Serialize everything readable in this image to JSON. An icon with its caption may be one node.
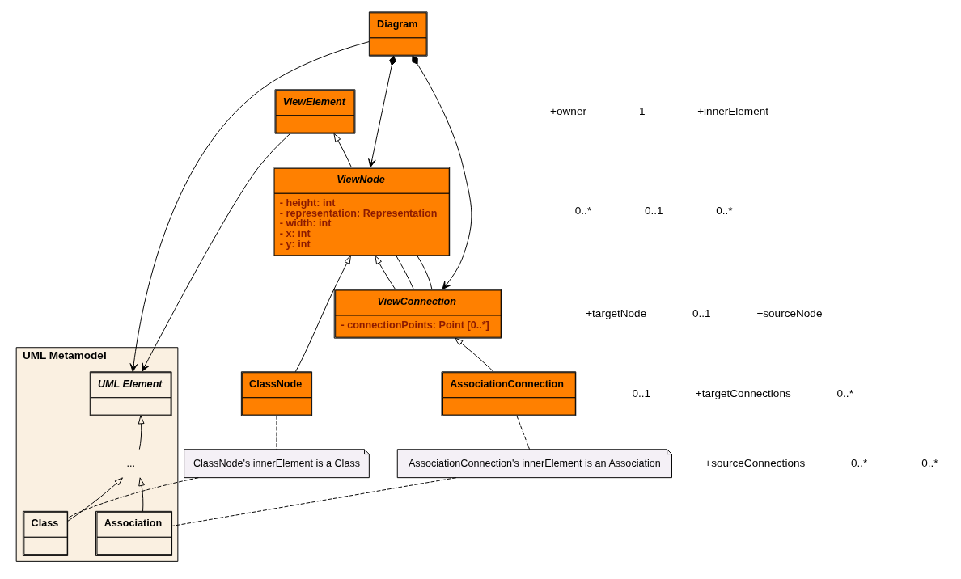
{
  "diagram": {
    "nodes": [
      {
        "text": [
          "Diagram"
        ]
      },
      {
        "text": [
          "ViewElement"
        ]
      },
      {
        "text": [
          "ViewNode",
          "- height: int",
          "- representation: Representation",
          "- width: int",
          "- x: int",
          "- y: int"
        ]
      },
      {
        "text": [
          "ClassNode"
        ]
      },
      {
        "text": [
          "ViewConnection",
          "- connectionPoints: Point [0..*]"
        ]
      },
      {
        "text": [
          "AssociationConnection"
        ]
      },
      {
        "text": [
          "UML Metamodel"
        ]
      },
      {
        "text": [
          "UML Element"
        ],
        "in": 6
      },
      {
        "text": [
          "..."
        ],
        "in": 6
      },
      {
        "text": [
          "Class"
        ],
        "in": 6
      },
      {
        "text": [
          "Association"
        ],
        "in": 6
      },
      {
        "text": [
          "ClassNode's innerElement is a Class"
        ]
      },
      {
        "text": [
          "AssociationConnection's innerElement is an Association"
        ]
      }
    ],
    "edges": [
      {
        "from": 0,
        "to": 2,
        "arrow": "to"
      },
      {
        "from": 0,
        "to": 4,
        "arrow": "to"
      },
      {
        "from": 0,
        "to": 7,
        "arrow": "to"
      },
      {
        "from": 1,
        "to": 7,
        "arrow": "to"
      },
      {
        "from": 2,
        "to": 1,
        "arrow": "to"
      },
      {
        "from": 3,
        "to": 2,
        "arrow": "to"
      },
      {
        "from": 4,
        "to": 2,
        "arrow": "to"
      },
      {
        "from": 2,
        "to": 4,
        "arrow": "none"
      },
      {
        "from": 2,
        "to": 4,
        "arrow": "none"
      },
      {
        "from": 5,
        "to": 4,
        "arrow": "to"
      },
      {
        "from": 9,
        "to": 8,
        "arrow": "to"
      },
      {
        "from": 10,
        "to": 8,
        "arrow": "to"
      },
      {
        "from": 8,
        "to": 7,
        "arrow": "to"
      },
      {
        "from": 3,
        "to": 11,
        "arrow": "none",
        "style": "dashed"
      },
      {
        "from": 11,
        "to": 9,
        "arrow": "none",
        "style": "dashed"
      },
      {
        "from": 5,
        "to": 12,
        "arrow": "none",
        "style": "dashed"
      },
      {
        "from": 12,
        "to": 10,
        "arrow": "none",
        "style": "dashed"
      }
    ],
    "labels": [
      "+owner",
      "1",
      "+innerElement",
      "0..*",
      "0..1",
      "0..*",
      "+targetNode",
      "0..1",
      "+sourceNode",
      "0..1",
      "+targetConnections",
      "0..*",
      "+sourceConnections",
      "0..*",
      "0..*"
    ]
  }
}
